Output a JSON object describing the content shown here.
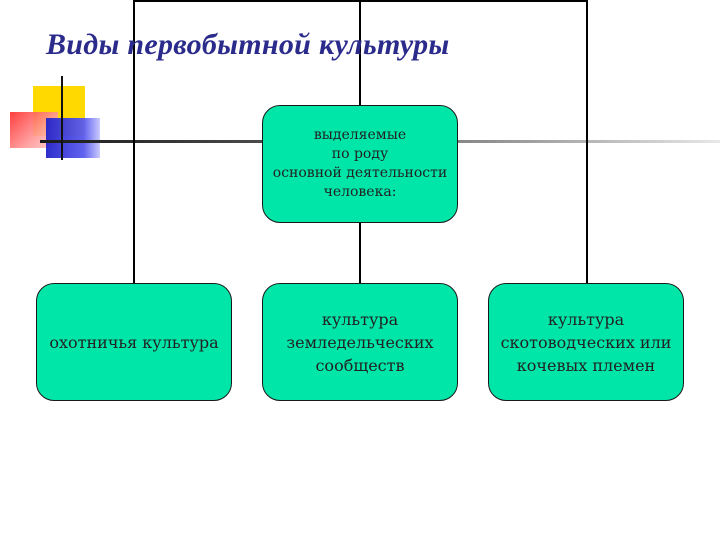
{
  "title": "Виды первобытной культуры",
  "diagram": {
    "root": "выделяемые\nпо роду\nосновной деятельности\nчеловека:",
    "children": [
      "охотничья культура",
      "культура\nземледельческих\nсообществ",
      "культура\nскотоводческих или\nкочевых племен"
    ]
  },
  "colors": {
    "box_fill": "#00e5a8",
    "title": "#2b2b8c"
  }
}
